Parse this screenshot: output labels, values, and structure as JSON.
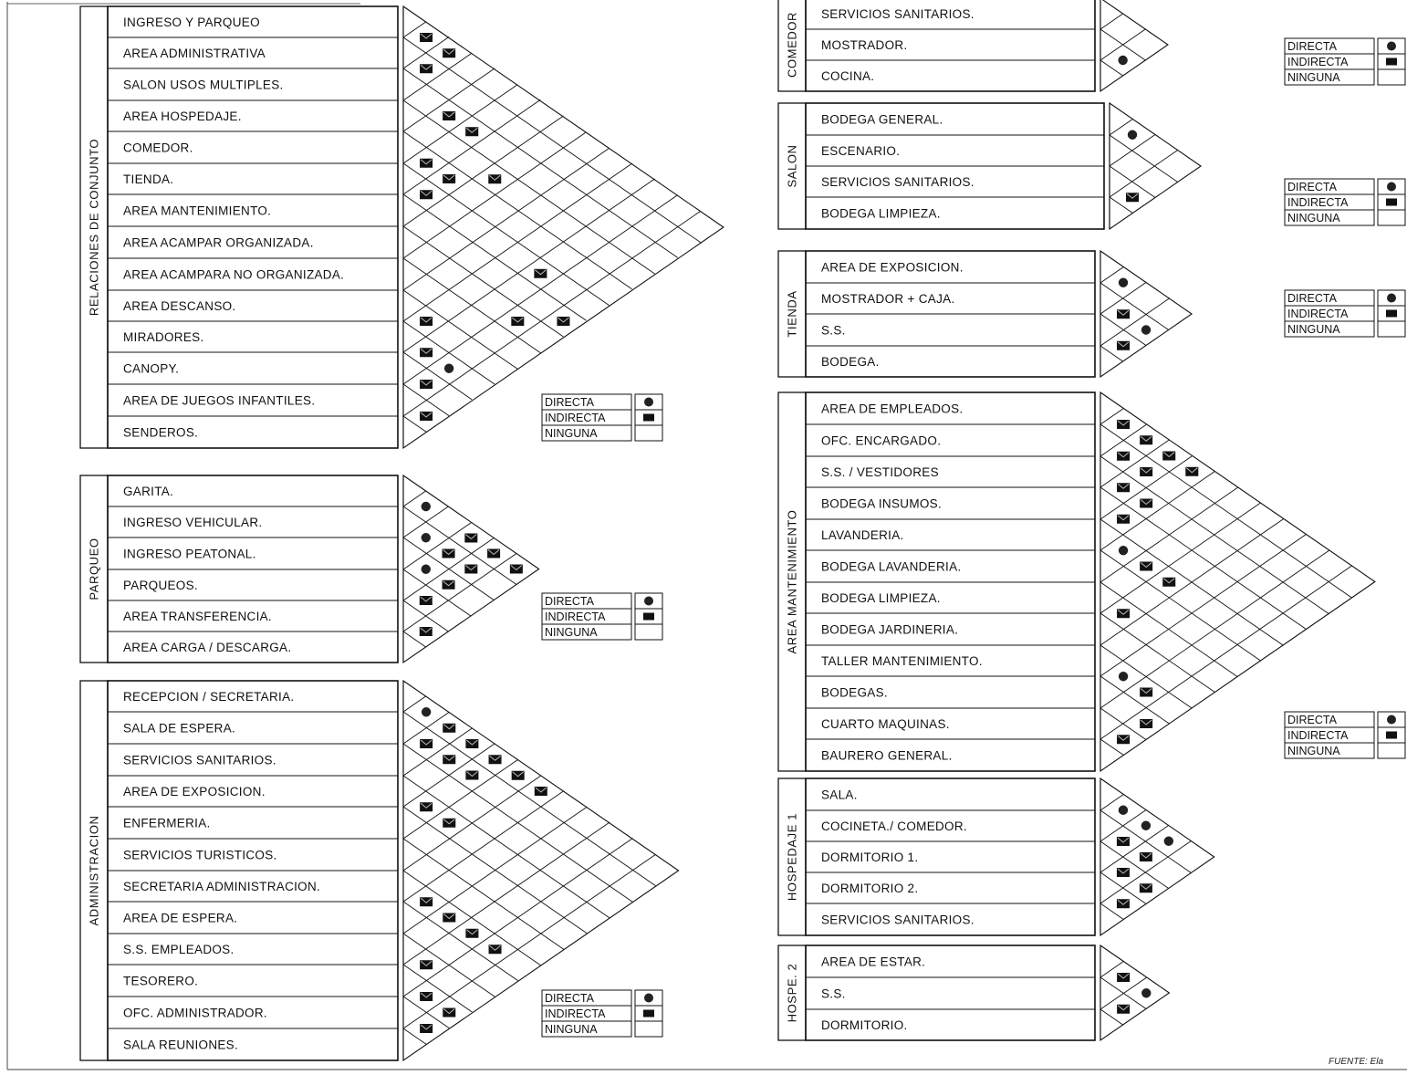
{
  "groups": [
    {
      "id": "conjunto",
      "side_label": "RELACIONES DE CONJUNTO",
      "rows": [
        "INGRESO Y PARQUEO",
        "AREA ADMINISTRATIVA",
        "SALON USOS MULTIPLES.",
        "AREA HOSPEDAJE.",
        "COMEDOR.",
        "TIENDA.",
        "AREA MANTENIMIENTO.",
        "AREA ACAMPAR ORGANIZADA.",
        "AREA ACAMPARA NO ORGANIZADA.",
        "AREA DESCANSO.",
        "MIRADORES.",
        "CANOPY.",
        "AREA DE JUEGOS INFANTILES.",
        "SENDEROS."
      ],
      "relations": [
        {
          "a": 1,
          "b": 2,
          "type": "indirecta"
        },
        {
          "a": 1,
          "b": 3,
          "type": "indirecta"
        },
        {
          "a": 2,
          "b": 3,
          "type": "indirecta"
        },
        {
          "a": 3,
          "b": 5,
          "type": "indirecta"
        },
        {
          "a": 3,
          "b": 6,
          "type": "indirecta"
        },
        {
          "a": 4,
          "b": 8,
          "type": "indirecta"
        },
        {
          "a": 5,
          "b": 6,
          "type": "indirecta"
        },
        {
          "a": 5,
          "b": 7,
          "type": "indirecta"
        },
        {
          "a": 6,
          "b": 7,
          "type": "indirecta"
        },
        {
          "a": 6,
          "b": 12,
          "type": "indirecta"
        },
        {
          "a": 7,
          "b": 14,
          "type": "indirecta"
        },
        {
          "a": 8,
          "b": 13,
          "type": "indirecta"
        },
        {
          "a": 10,
          "b": 11,
          "type": "indirecta"
        },
        {
          "a": 11,
          "b": 12,
          "type": "indirecta"
        },
        {
          "a": 11,
          "b": 13,
          "type": "directa"
        },
        {
          "a": 12,
          "b": 13,
          "type": "indirecta"
        },
        {
          "a": 13,
          "b": 14,
          "type": "indirecta"
        }
      ]
    },
    {
      "id": "parqueo",
      "side_label": "PARQUEO",
      "rows": [
        "GARITA.",
        "INGRESO VEHICULAR.",
        "INGRESO PEATONAL.",
        "PARQUEOS.",
        "AREA TRANSFERENCIA.",
        "AREA CARGA / DESCARGA."
      ],
      "relations": [
        {
          "a": 1,
          "b": 2,
          "type": "directa"
        },
        {
          "a": 2,
          "b": 3,
          "type": "directa"
        },
        {
          "a": 2,
          "b": 4,
          "type": "indirecta"
        },
        {
          "a": 1,
          "b": 4,
          "type": "indirecta"
        },
        {
          "a": 1,
          "b": 5,
          "type": "indirecta"
        },
        {
          "a": 2,
          "b": 5,
          "type": "indirecta"
        },
        {
          "a": 3,
          "b": 4,
          "type": "directa"
        },
        {
          "a": 3,
          "b": 5,
          "type": "indirecta"
        },
        {
          "a": 4,
          "b": 5,
          "type": "indirecta"
        },
        {
          "a": 5,
          "b": 6,
          "type": "indirecta"
        },
        {
          "a": 1,
          "b": 6,
          "type": "indirecta"
        }
      ]
    },
    {
      "id": "administracion",
      "side_label": "ADMINISTRACION",
      "rows": [
        "RECEPCION / SECRETARIA.",
        "SALA DE ESPERA.",
        "SERVICIOS SANITARIOS.",
        "AREA DE EXPOSICION.",
        "ENFERMERIA.",
        "SERVICIOS TURISTICOS.",
        "SECRETARIA ADMINISTRACION.",
        "AREA DE ESPERA.",
        "S.S. EMPLEADOS.",
        "TESORERO.",
        "OFC. ADMINISTRADOR.",
        "SALA REUNIONES."
      ],
      "relations": [
        {
          "a": 1,
          "b": 2,
          "type": "directa"
        },
        {
          "a": 1,
          "b": 3,
          "type": "indirecta"
        },
        {
          "a": 2,
          "b": 3,
          "type": "indirecta"
        },
        {
          "a": 1,
          "b": 4,
          "type": "indirecta"
        },
        {
          "a": 2,
          "b": 4,
          "type": "indirecta"
        },
        {
          "a": 1,
          "b": 5,
          "type": "indirecta"
        },
        {
          "a": 2,
          "b": 5,
          "type": "indirecta"
        },
        {
          "a": 1,
          "b": 6,
          "type": "indirecta"
        },
        {
          "a": 1,
          "b": 7,
          "type": "indirecta"
        },
        {
          "a": 4,
          "b": 5,
          "type": "indirecta"
        },
        {
          "a": 4,
          "b": 6,
          "type": "indirecta"
        },
        {
          "a": 7,
          "b": 8,
          "type": "indirecta"
        },
        {
          "a": 7,
          "b": 9,
          "type": "indirecta"
        },
        {
          "a": 7,
          "b": 10,
          "type": "indirecta"
        },
        {
          "a": 7,
          "b": 11,
          "type": "indirecta"
        },
        {
          "a": 9,
          "b": 10,
          "type": "indirecta"
        },
        {
          "a": 10,
          "b": 11,
          "type": "indirecta"
        },
        {
          "a": 10,
          "b": 12,
          "type": "indirecta"
        },
        {
          "a": 11,
          "b": 12,
          "type": "indirecta"
        }
      ]
    },
    {
      "id": "comedor",
      "side_label": "COMEDOR",
      "rows": [
        "SERVICIOS SANITARIOS.",
        "MOSTRADOR.",
        "COCINA."
      ],
      "relations": [
        {
          "a": 2,
          "b": 3,
          "type": "directa"
        }
      ]
    },
    {
      "id": "salon",
      "side_label": "SALON",
      "rows": [
        "BODEGA GENERAL.",
        "ESCENARIO.",
        "SERVICIOS SANITARIOS.",
        "BODEGA LIMPIEZA."
      ],
      "relations": [
        {
          "a": 1,
          "b": 2,
          "type": "directa"
        },
        {
          "a": 3,
          "b": 4,
          "type": "indirecta"
        }
      ]
    },
    {
      "id": "tienda",
      "side_label": "TIENDA",
      "rows": [
        "AREA DE EXPOSICION.",
        "MOSTRADOR + CAJA.",
        "S.S.",
        "BODEGA."
      ],
      "relations": [
        {
          "a": 1,
          "b": 2,
          "type": "directa"
        },
        {
          "a": 2,
          "b": 3,
          "type": "indirecta"
        },
        {
          "a": 2,
          "b": 4,
          "type": "directa"
        },
        {
          "a": 3,
          "b": 4,
          "type": "indirecta"
        }
      ]
    },
    {
      "id": "mantenimiento",
      "side_label": "AREA MANTENIMIENTO",
      "rows": [
        "AREA DE EMPLEADOS.",
        "OFC. ENCARGADO.",
        "S.S. / VESTIDORES",
        "BODEGA INSUMOS.",
        "LAVANDERIA.",
        "BODEGA LAVANDERIA.",
        "BODEGA LIMPIEZA.",
        "BODEGA JARDINERIA.",
        "TALLER MANTENIMIENTO.",
        "BODEGAS.",
        "CUARTO MAQUINAS.",
        "BAURERO GENERAL."
      ],
      "relations": [
        {
          "a": 1,
          "b": 2,
          "type": "indirecta"
        },
        {
          "a": 1,
          "b": 3,
          "type": "indirecta"
        },
        {
          "a": 2,
          "b": 3,
          "type": "indirecta"
        },
        {
          "a": 2,
          "b": 4,
          "type": "indirecta"
        },
        {
          "a": 1,
          "b": 4,
          "type": "indirecta"
        },
        {
          "a": 3,
          "b": 4,
          "type": "indirecta"
        },
        {
          "a": 1,
          "b": 5,
          "type": "indirecta"
        },
        {
          "a": 3,
          "b": 5,
          "type": "indirecta"
        },
        {
          "a": 4,
          "b": 5,
          "type": "indirecta"
        },
        {
          "a": 5,
          "b": 6,
          "type": "directa"
        },
        {
          "a": 5,
          "b": 7,
          "type": "indirecta"
        },
        {
          "a": 5,
          "b": 8,
          "type": "indirecta"
        },
        {
          "a": 7,
          "b": 8,
          "type": "indirecta"
        },
        {
          "a": 9,
          "b": 10,
          "type": "directa"
        },
        {
          "a": 9,
          "b": 11,
          "type": "indirecta"
        },
        {
          "a": 10,
          "b": 12,
          "type": "indirecta"
        },
        {
          "a": 11,
          "b": 12,
          "type": "indirecta"
        }
      ]
    },
    {
      "id": "hospedaje1",
      "side_label": "HOSPEDAJE 1",
      "rows": [
        "SALA.",
        "COCINETA./ COMEDOR.",
        "DORMITORIO 1.",
        "DORMITORIO 2.",
        "SERVICIOS SANITARIOS."
      ],
      "relations": [
        {
          "a": 1,
          "b": 2,
          "type": "directa"
        },
        {
          "a": 1,
          "b": 3,
          "type": "directa"
        },
        {
          "a": 2,
          "b": 3,
          "type": "indirecta"
        },
        {
          "a": 1,
          "b": 4,
          "type": "directa"
        },
        {
          "a": 2,
          "b": 4,
          "type": "indirecta"
        },
        {
          "a": 3,
          "b": 4,
          "type": "indirecta"
        },
        {
          "a": 3,
          "b": 5,
          "type": "indirecta"
        },
        {
          "a": 4,
          "b": 5,
          "type": "indirecta"
        }
      ]
    },
    {
      "id": "hospedaje2",
      "side_label": "HOSPE. 2",
      "rows": [
        "AREA DE ESTAR.",
        "S.S.",
        "DORMITORIO."
      ],
      "relations": [
        {
          "a": 1,
          "b": 2,
          "type": "indirecta"
        },
        {
          "a": 1,
          "b": 3,
          "type": "directa"
        },
        {
          "a": 2,
          "b": 3,
          "type": "indirecta"
        }
      ]
    }
  ],
  "legend": {
    "directa": "DIRECTA",
    "indirecta": "INDIRECTA",
    "ninguna": "NINGUNA"
  },
  "source_note": "FUENTE: Ela"
}
